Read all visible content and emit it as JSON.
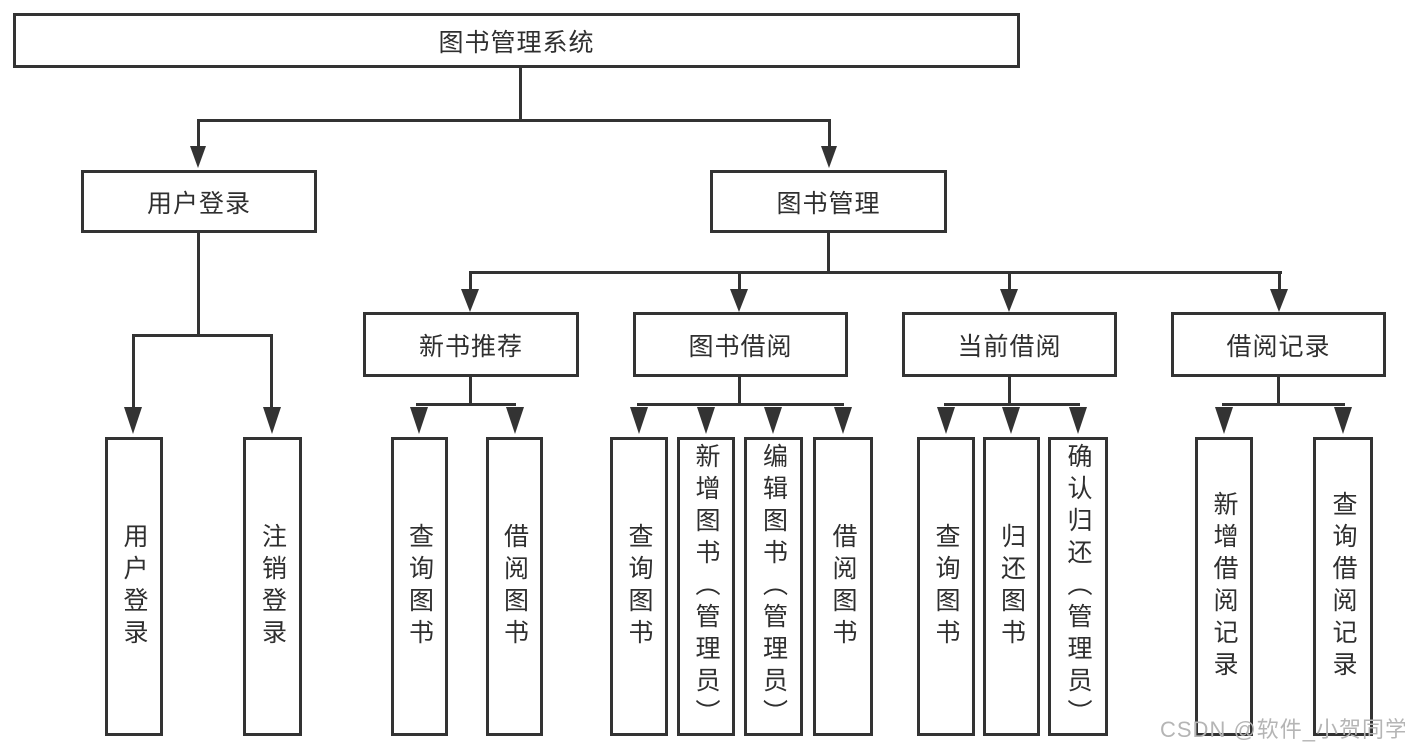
{
  "colors": {
    "line": "#333333",
    "text": "#2f2f2f",
    "box_background": "#ffffff",
    "watermark": "#b5b5b5"
  },
  "root": {
    "label": "图书管理系统"
  },
  "level2": [
    {
      "label": "用户登录"
    },
    {
      "label": "图书管理"
    }
  ],
  "login_children": [
    {
      "label": "用户登录"
    },
    {
      "label": "注销登录"
    }
  ],
  "level3": [
    {
      "label": "新书推荐"
    },
    {
      "label": "图书借阅"
    },
    {
      "label": "当前借阅"
    },
    {
      "label": "借阅记录"
    }
  ],
  "recommend_children": [
    {
      "label": "查询图书"
    },
    {
      "label": "借阅图书"
    }
  ],
  "borrow_children": [
    {
      "label": "查询图书"
    },
    {
      "label": "新增图书（管理员）"
    },
    {
      "label": "编辑图书（管理员）"
    },
    {
      "label": "借阅图书"
    }
  ],
  "current_children": [
    {
      "label": "查询图书"
    },
    {
      "label": "归还图书"
    },
    {
      "label": "确认归还（管理员）"
    }
  ],
  "record_children": [
    {
      "label": "新增借阅记录"
    },
    {
      "label": "查询借阅记录"
    }
  ],
  "watermark": {
    "text": "CSDN @软件_小贺同学"
  }
}
